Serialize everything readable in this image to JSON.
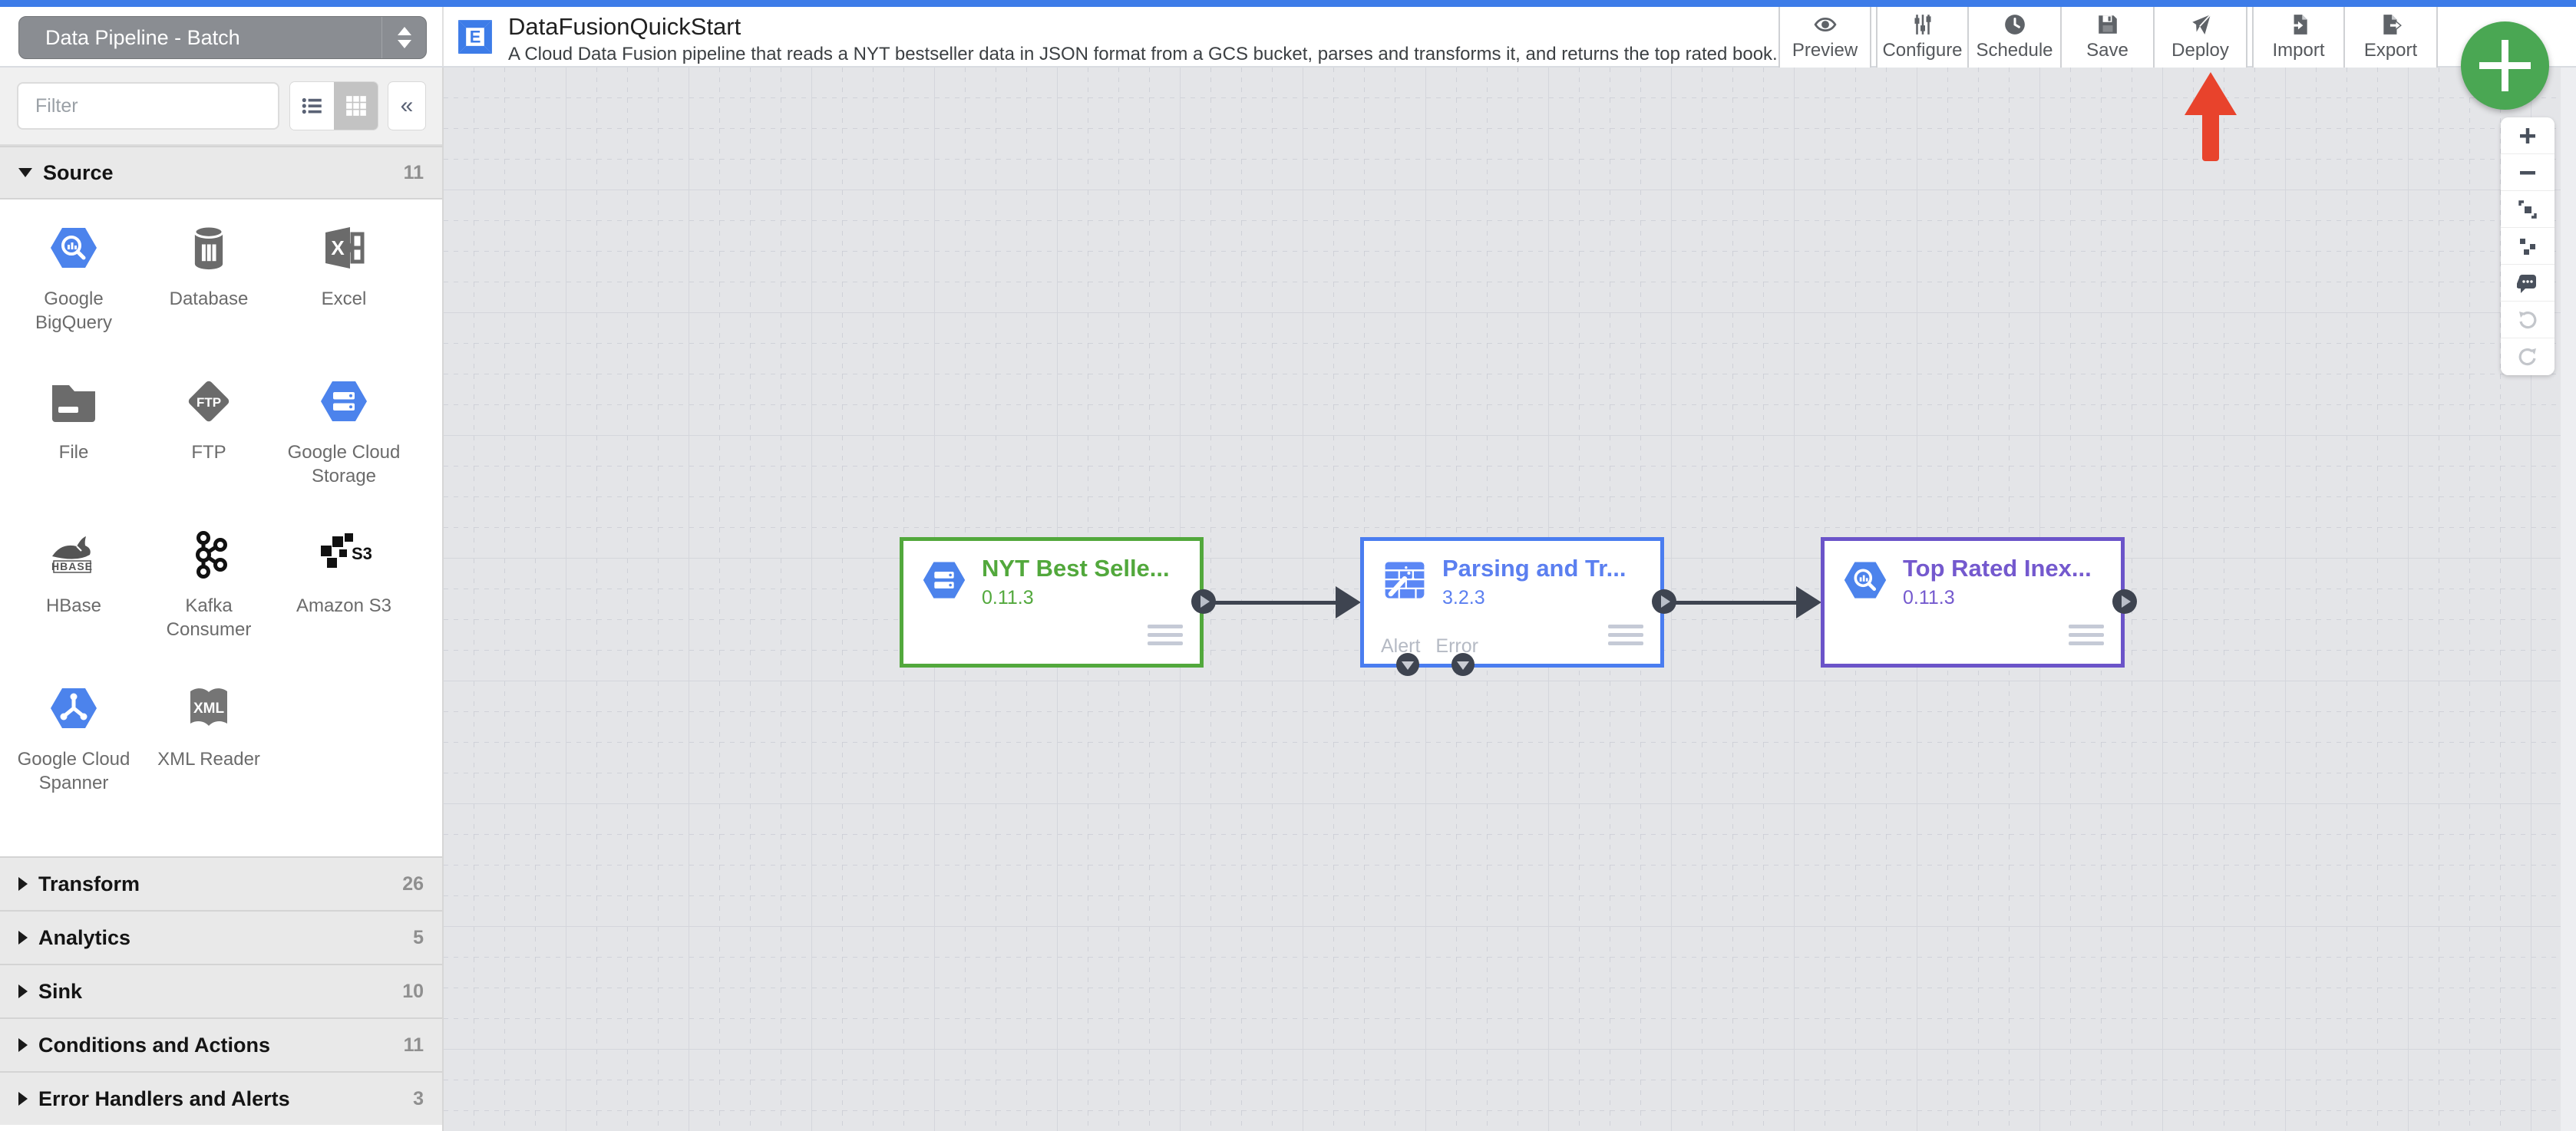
{
  "topbar": {
    "pipeline_type_selector": "Data Pipeline - Batch"
  },
  "header": {
    "title": "DataFusionQuickStart",
    "description": "A Cloud Data Fusion pipeline that reads a NYT bestseller data in JSON format from a GCS bucket, parses and transforms it, and returns the top rated book..."
  },
  "toolbar": {
    "items": [
      {
        "label": "Preview",
        "icon": "eye-icon"
      },
      {
        "label": "Configure",
        "icon": "sliders-icon"
      },
      {
        "label": "Schedule",
        "icon": "clock-icon"
      },
      {
        "label": "Save",
        "icon": "floppy-icon"
      },
      {
        "label": "Deploy",
        "icon": "paper-plane-icon"
      },
      {
        "label": "Import",
        "icon": "import-icon"
      },
      {
        "label": "Export",
        "icon": "export-icon"
      }
    ]
  },
  "fab": {
    "icon": "plus-icon"
  },
  "deploy_arrow": {
    "color": "#e8432c",
    "points_to": "Deploy"
  },
  "sidebar": {
    "filter_placeholder": "Filter",
    "collapse_glyph": "«",
    "sections": [
      {
        "label": "Source",
        "count": "11",
        "expanded": true
      },
      {
        "label": "Transform",
        "count": "26",
        "expanded": false
      },
      {
        "label": "Analytics",
        "count": "5",
        "expanded": false
      },
      {
        "label": "Sink",
        "count": "10",
        "expanded": false
      },
      {
        "label": "Conditions and Actions",
        "count": "11",
        "expanded": false
      },
      {
        "label": "Error Handlers and Alerts",
        "count": "3",
        "expanded": false
      }
    ],
    "source_items": [
      {
        "label": "Google BigQuery",
        "icon": "bigquery-icon"
      },
      {
        "label": "Database",
        "icon": "database-icon"
      },
      {
        "label": "Excel",
        "icon": "excel-icon"
      },
      {
        "label": "File",
        "icon": "folder-icon"
      },
      {
        "label": "FTP",
        "icon": "ftp-icon"
      },
      {
        "label": "Google Cloud Storage",
        "icon": "cloud-storage-icon"
      },
      {
        "label": "HBase",
        "icon": "hbase-icon"
      },
      {
        "label": "Kafka Consumer",
        "icon": "kafka-icon"
      },
      {
        "label": "Amazon S3",
        "icon": "s3-icon"
      },
      {
        "label": "Google Cloud Spanner",
        "icon": "spanner-icon"
      },
      {
        "label": "XML Reader",
        "icon": "xml-icon"
      }
    ]
  },
  "canvas": {
    "nodes": [
      {
        "title": "NYT Best Selle...",
        "version": "0.11.3",
        "color": "#52a83c",
        "icon": "cloud-storage-icon"
      },
      {
        "title": "Parsing and Tr...",
        "version": "3.2.3",
        "color": "#4a7df0",
        "icon": "wrangler-icon",
        "ports": [
          "Alert",
          "Error"
        ]
      },
      {
        "title": "Top Rated Inex...",
        "version": "0.11.3",
        "color": "#6b54c9",
        "icon": "bigquery-icon"
      }
    ],
    "connections": [
      {
        "from": 0,
        "to": 1
      },
      {
        "from": 1,
        "to": 2
      }
    ]
  },
  "zoom_controls": {
    "items": [
      {
        "icon": "zoom-in-icon",
        "enabled": true
      },
      {
        "icon": "zoom-out-icon",
        "enabled": true
      },
      {
        "icon": "fit-to-screen-icon",
        "enabled": true
      },
      {
        "icon": "align-nodes-icon",
        "enabled": true
      },
      {
        "icon": "comment-icon",
        "enabled": true
      },
      {
        "icon": "undo-icon",
        "enabled": false
      },
      {
        "icon": "redo-icon",
        "enabled": false
      }
    ]
  },
  "colors": {
    "topbar_blue": "#3d7ce8",
    "fab_green": "#4aa753",
    "node_green": "#52a83c",
    "node_blue": "#4a7df0",
    "node_purple": "#6b54c9",
    "arrow_red": "#e8432c",
    "icon_blue": "#4c83ec",
    "port_dark": "#3e4450"
  }
}
